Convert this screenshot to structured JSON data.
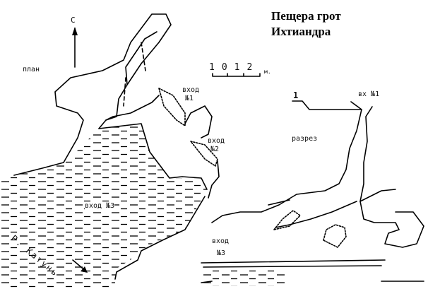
{
  "title": {
    "line1": "Пещера грот",
    "line2": "Ихтиандра"
  },
  "plan": {
    "label": "план",
    "north": "С",
    "entrance1": {
      "word": "вход",
      "num": "№1"
    },
    "entrance2": {
      "word": "вход",
      "num": "№2"
    },
    "entrance3": "вход №3",
    "river": "Р. Катунь"
  },
  "scale": {
    "ticks": [
      "1",
      "0",
      "1",
      "2"
    ],
    "unit": "м."
  },
  "section": {
    "label": "разрез",
    "marker": "1",
    "entrance1": "вх №1",
    "entrance3": {
      "word": "вход",
      "num": "№3"
    }
  }
}
